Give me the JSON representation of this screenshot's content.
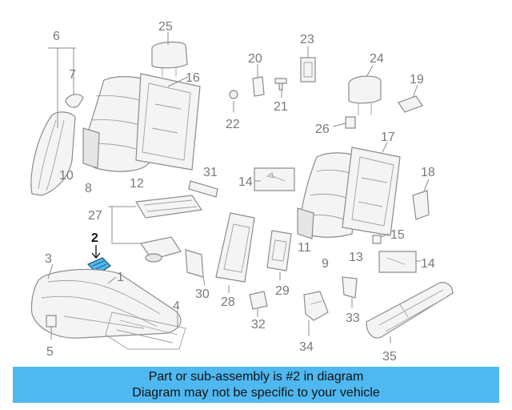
{
  "diagram": {
    "highlight_color": "#4fb8f0",
    "callouts": {
      "c1": "1",
      "c2": "2",
      "c3": "3",
      "c4": "4",
      "c5": "5",
      "c6": "6",
      "c7": "7",
      "c8": "8",
      "c9": "9",
      "c10": "10",
      "c11": "11",
      "c12": "12",
      "c13": "13",
      "c14a": "14",
      "c14b": "14",
      "c15": "15",
      "c16": "16",
      "c17": "17",
      "c18": "18",
      "c19": "19",
      "c20": "20",
      "c21": "21",
      "c22": "22",
      "c23": "23",
      "c24": "24",
      "c25": "25",
      "c26": "26",
      "c27": "27",
      "c28": "28",
      "c29": "29",
      "c30": "30",
      "c31": "31",
      "c32": "32",
      "c33": "33",
      "c34": "34",
      "c35": "35"
    }
  },
  "banner": {
    "line1": "Part or sub-assembly is #2 in diagram",
    "line2": "Diagram may not be specific to your vehicle"
  }
}
